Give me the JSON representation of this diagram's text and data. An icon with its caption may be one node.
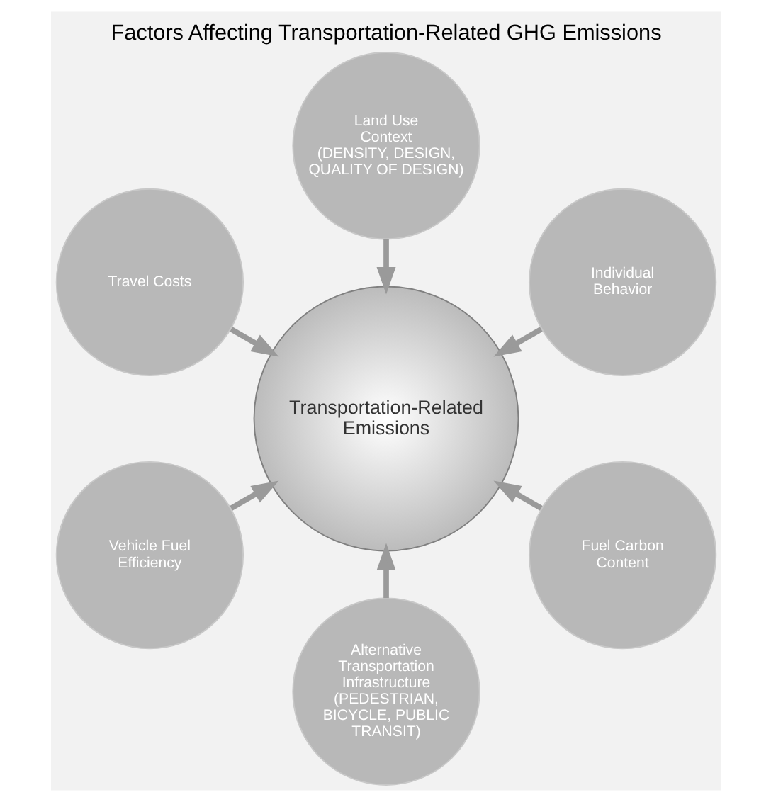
{
  "diagram": {
    "title": "Factors Affecting Transportation-Related GHG Emissions",
    "nodes": [
      {
        "text": [
          "Individual Behavior"
        ]
      },
      {
        "text": [
          "Land Use Context",
          "(DENSITY, DESIGN, QUALITY OF DESIGN)"
        ]
      },
      {
        "text": [
          "Travel Costs"
        ]
      },
      {
        "text": [
          "Transportation-Related Emissions"
        ]
      },
      {
        "text": [
          "Vehicle Fuel Efficiency"
        ]
      },
      {
        "text": [
          "Alternative Transportation Infrastructure",
          "(PEDESTRIAN, BICYCLE, PUBLIC TRANSIT)"
        ]
      },
      {
        "text": [
          "Fuel Carbon Content"
        ]
      }
    ],
    "edges": [
      {
        "from": 0,
        "to": 3,
        "arrow": "to"
      },
      {
        "from": 1,
        "to": 3,
        "arrow": "to"
      },
      {
        "from": 2,
        "to": 3,
        "arrow": "to"
      },
      {
        "from": 4,
        "to": 3,
        "arrow": "to"
      },
      {
        "from": 5,
        "to": 3,
        "arrow": "to"
      },
      {
        "from": 6,
        "to": 3,
        "arrow": "to"
      }
    ]
  }
}
